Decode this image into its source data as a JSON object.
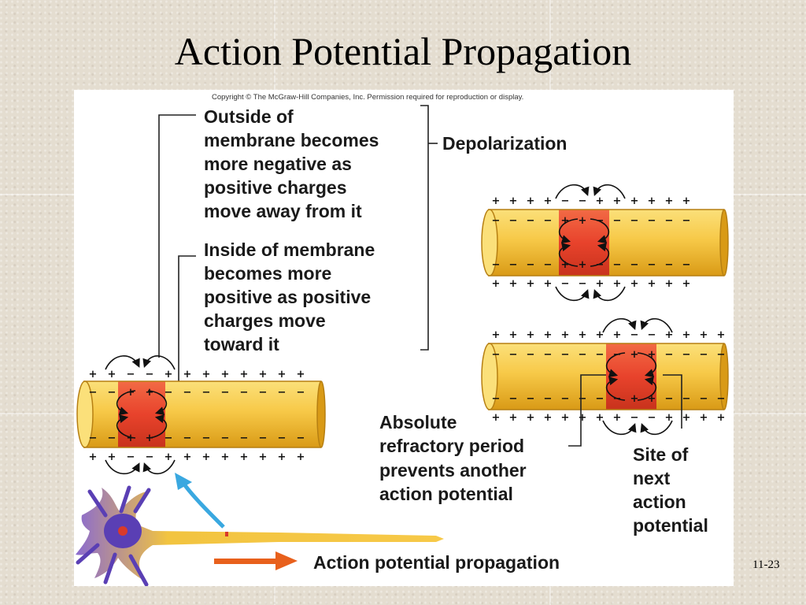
{
  "slide": {
    "title": "Action Potential Propagation",
    "page_number": "11-23"
  },
  "figure": {
    "copyright": "Copyright © The McGraw-Hill Companies, Inc. Permission required for reproduction or display.",
    "label_outside": [
      "Outside of",
      "membrane becomes",
      "more negative as",
      "positive charges",
      "move away from it"
    ],
    "label_depolarization": "Depolarization",
    "label_inside": [
      "Inside of membrane",
      "becomes more",
      "positive as positive",
      "charges move",
      "toward it"
    ],
    "label_refractory": [
      "Absolute",
      "refractory period",
      "prevents another",
      "action potential"
    ],
    "label_next_site": [
      "Site of",
      "next",
      "action",
      "potential"
    ],
    "label_propagation": "Action potential propagation",
    "plus": "+",
    "minus": "−",
    "colors": {
      "axon_fill": "#f7c948",
      "axon_edge": "#c28a10",
      "depolarized_zone": "#e8432c",
      "neuron": "#5a3fb4",
      "propagation_arrow": "#e8601c",
      "pointer_arrow": "#3aa8e0"
    }
  }
}
